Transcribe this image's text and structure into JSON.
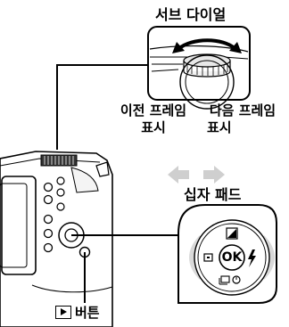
{
  "labels": {
    "sub_dial": "서브 다이얼",
    "prev_frame_line1": "이전 프레임",
    "prev_frame_line2": "표시",
    "next_frame_line1": "다음 프레임",
    "next_frame_line2": "표시",
    "cross_pad": "십자 패드",
    "play_button": "버튼",
    "ok": "OK"
  },
  "icons": [
    "curved-double-arrow-icon",
    "left-arrow-icon",
    "right-arrow-icon",
    "play-button-icon",
    "exposure-comp-icon",
    "flash-icon",
    "af-target-icon",
    "drive-timer-icon"
  ],
  "colors": {
    "arrow_gray": "#cfcfcf",
    "highlight_gray": "#d9d9d9",
    "line": "#000000"
  }
}
